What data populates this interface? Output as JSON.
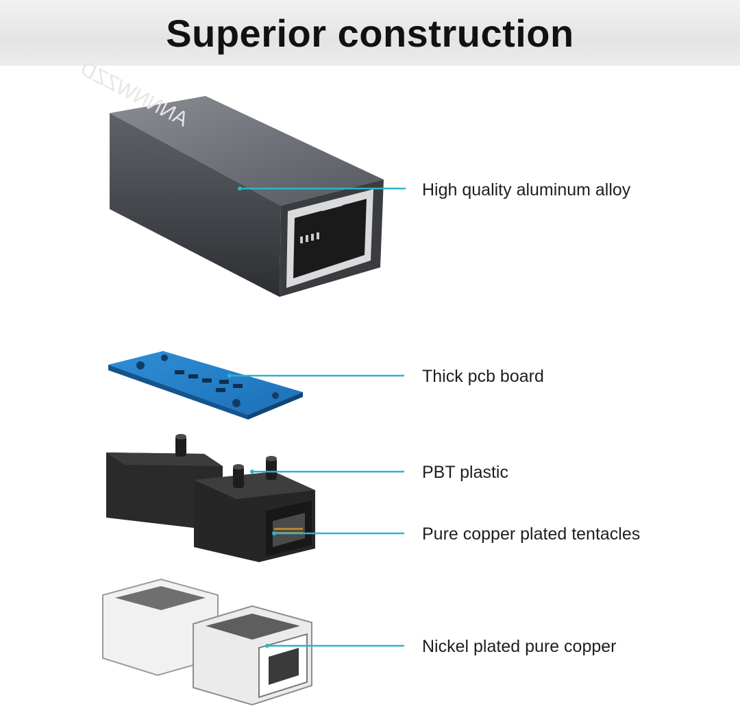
{
  "title": "Superior construction",
  "brand_engraving": "ANNNWZZD",
  "accent_color": "#2bb5c9",
  "callouts": [
    {
      "label": "High quality aluminum alloy"
    },
    {
      "label": "Thick pcb board"
    },
    {
      "label": "PBT plastic"
    },
    {
      "label": "Pure copper plated tentacles"
    },
    {
      "label": "Nickel plated pure copper"
    }
  ],
  "components": [
    {
      "icon": "aluminum-housing-image"
    },
    {
      "icon": "pcb-board-image"
    },
    {
      "icon": "pbt-plastic-jacks-image"
    },
    {
      "icon": "nickel-shield-jacks-image"
    }
  ]
}
